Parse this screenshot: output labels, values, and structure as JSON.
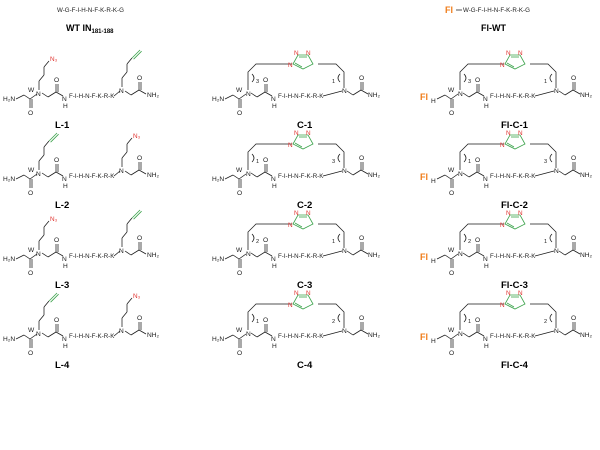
{
  "header": {
    "wt_sequence": "W-G-F-I-H-N-F-K-R-K-G",
    "wt_label": "WT IN",
    "wt_label_sub": "181-188",
    "fl_tag": "Fl",
    "fl_sequence": "W-G-F-I-H-N-F-K-R-K-G",
    "fl_label": "Fl-WT"
  },
  "backbone": {
    "peptide": "F-I-H-N-F-K-R-K",
    "n_term": "H₂N",
    "n_term_fl": "H",
    "c_term": "NH₂",
    "w": "W",
    "o": "O",
    "n": "N",
    "h": "H",
    "azide": "N₃"
  },
  "rows": [
    {
      "linear": "L-1",
      "cyclic": "C-1",
      "fl": "Fl-C-1",
      "left_count": "3",
      "right_count": "1",
      "left_group": "azide",
      "right_group": "alkyne"
    },
    {
      "linear": "L-2",
      "cyclic": "C-2",
      "fl": "Fl-C-2",
      "left_count": "1",
      "right_count": "3",
      "left_group": "alkyne",
      "right_group": "azide"
    },
    {
      "linear": "L-3",
      "cyclic": "C-3",
      "fl": "Fl-C-3",
      "left_count": "2",
      "right_count": "1",
      "left_group": "azide",
      "right_group": "alkyne"
    },
    {
      "linear": "L-4",
      "cyclic": "C-4",
      "fl": "Fl-C-4",
      "left_count": "1",
      "right_count": "2",
      "left_group": "alkyne",
      "right_group": "azide"
    }
  ],
  "colors": {
    "fluorophore": "#f07c1a",
    "azide": "#e0322e",
    "alkyne": "#3aa24a"
  }
}
